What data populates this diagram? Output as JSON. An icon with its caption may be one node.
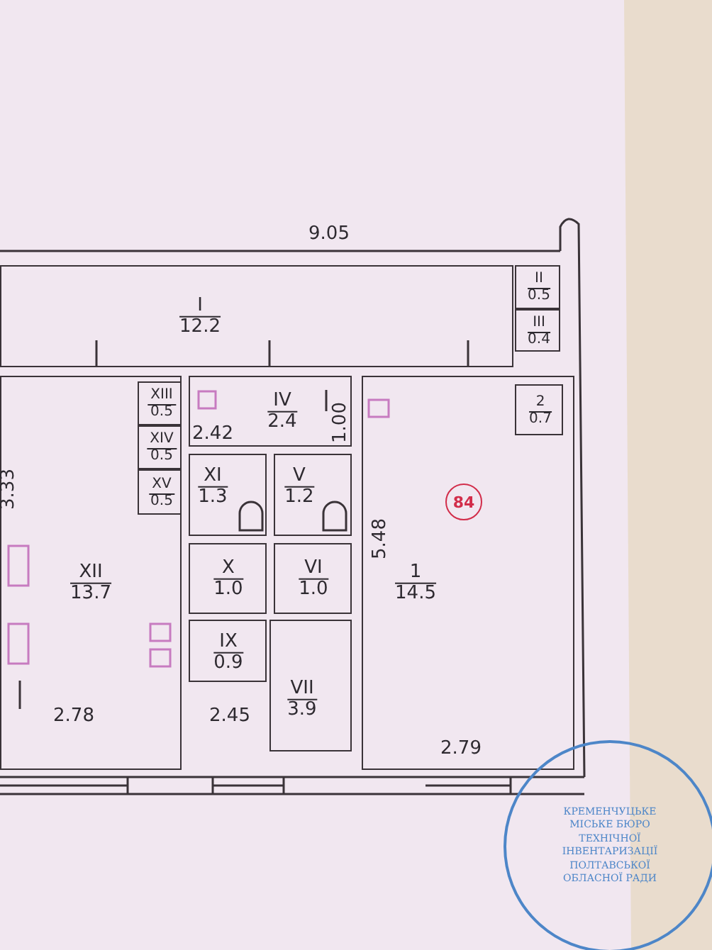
{
  "diagram": {
    "nodes": [
      {
        "text": [
          "I",
          "12.2"
        ]
      },
      {
        "text": [
          "II",
          "0.5"
        ]
      },
      {
        "text": [
          "III",
          "0.4"
        ]
      },
      {
        "text": [
          "XII",
          "13.7"
        ]
      },
      {
        "text": [
          "XIII",
          "0.5"
        ],
        "in": 3
      },
      {
        "text": [
          "XIV",
          "0.5"
        ],
        "in": 3
      },
      {
        "text": [
          "XV",
          "0.5"
        ],
        "in": 3
      },
      {
        "text": [
          "IV",
          "2.4"
        ]
      },
      {
        "text": [
          "1",
          "14.5"
        ]
      },
      {
        "text": [
          "2",
          "0.7"
        ],
        "in": 8
      },
      {
        "text": [
          "84"
        ],
        "in": 8
      },
      {
        "text": [
          "XI",
          "1.3"
        ]
      },
      {
        "text": [
          "V",
          "1.2"
        ]
      },
      {
        "text": [
          "X",
          "1.0"
        ]
      },
      {
        "text": [
          "VI",
          "1.0"
        ]
      },
      {
        "text": [
          "IX",
          "0.9"
        ]
      },
      {
        "text": [
          "VII",
          "3.9"
        ]
      },
      {
        "text": [
          "КРЕМЕНЧУЦЬКЕ МІСЬКЕ БЮРО ТЕХНІЧНОЇ ІНВЕНТАРИЗАЦІЇ ПОЛТАВСЬКОЇ ОБЛАСНОЇ РАДИ"
        ]
      }
    ],
    "labels": [
      "9.05",
      "2.42",
      "1.00",
      "3.33",
      "5.48",
      "2.78",
      "2.45",
      "2.79"
    ]
  }
}
